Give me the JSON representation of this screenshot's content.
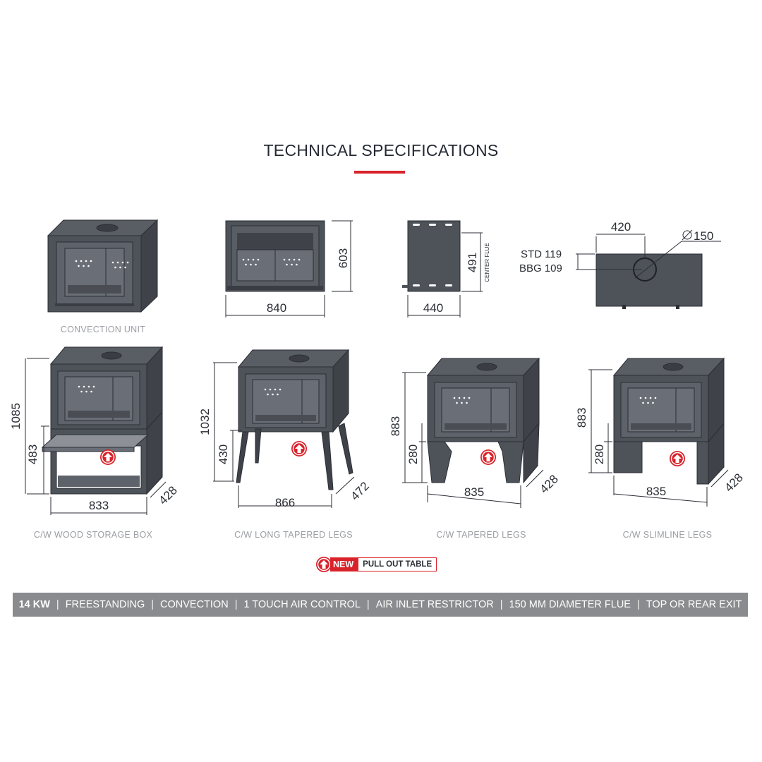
{
  "title": "TECHNICAL SPECIFICATIONS",
  "colors": {
    "accent": "#d9232a",
    "body": "#4e5259",
    "outline": "#2b2e35",
    "footer_bg": "#8a8b8e"
  },
  "top_row": {
    "convection_unit": {
      "caption": "CONVECTION UNIT"
    },
    "front_view": {
      "width": "840",
      "height": "603"
    },
    "side_view": {
      "depth": "440",
      "flue_height": "491",
      "flue_note": "CENTER FLUE"
    },
    "top_view": {
      "width": "420",
      "diameter": "150",
      "std": "STD  119",
      "bbg": "BBG 109"
    }
  },
  "bottom_row": [
    {
      "caption": "C/W WOOD STORAGE BOX",
      "height": "1085",
      "inner_height": "483",
      "width": "833",
      "depth": "428"
    },
    {
      "caption": "C/W LONG TAPERED LEGS",
      "height": "1032",
      "inner_height": "430",
      "width": "866",
      "depth": "472"
    },
    {
      "caption": "C/W TAPERED LEGS",
      "height": "883",
      "inner_height": "280",
      "width": "835",
      "depth": "428"
    },
    {
      "caption": "C/W SLIMLINE LEGS",
      "height": "883",
      "inner_height": "280",
      "width": "835",
      "depth": "428"
    }
  ],
  "badge": {
    "new": "NEW",
    "label": "PULL OUT TABLE"
  },
  "footer": [
    {
      "text": "14 KW",
      "strong": true
    },
    {
      "text": "FREESTANDING"
    },
    {
      "text": "CONVECTION"
    },
    {
      "text": "1 TOUCH AIR CONTROL"
    },
    {
      "text": "AIR INLET RESTRICTOR"
    },
    {
      "text": "150 MM DIAMETER FLUE"
    },
    {
      "text": "TOP OR REAR EXIT"
    }
  ]
}
